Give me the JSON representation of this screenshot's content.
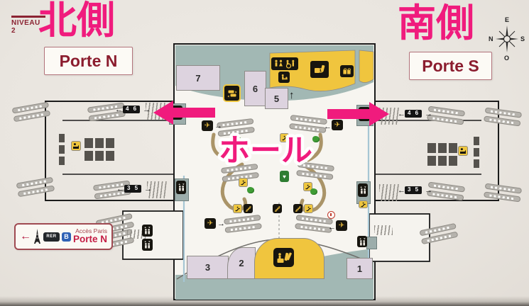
{
  "header": {
    "niveau_label": "NIVEAU 2",
    "north_jp": "北側",
    "south_jp": "南側",
    "porte_n": "Porte N",
    "porte_s": "Porte S"
  },
  "center": {
    "hall_jp": "ホール"
  },
  "compass": {
    "top": "E",
    "right": "S",
    "bottom": "O",
    "left": "N"
  },
  "access_sign": {
    "line1": "Accès Paris",
    "line2": "Porte N",
    "rer": "RER",
    "line_letter": "B"
  },
  "zones": {
    "top": [
      "7",
      "6",
      "5"
    ],
    "bottom": [
      "3",
      "2",
      "1"
    ]
  },
  "gates": {
    "left_top": "4 6",
    "left_bottom": "3 5",
    "right_top": "4 6",
    "right_bottom": "3 5"
  },
  "icons": {
    "arrow_left": "←",
    "arrow_right": "→",
    "arrow_up": "↑",
    "plane": "✈",
    "heart": "♥"
  },
  "colors": {
    "annotation_pink": "#f01b7d",
    "dark_red": "#8b1c2e",
    "teal": "#a2b8b4",
    "lavender": "#ddd3df",
    "service_yellow": "#f0c53e",
    "guide_blue": "#a6c6d4"
  }
}
